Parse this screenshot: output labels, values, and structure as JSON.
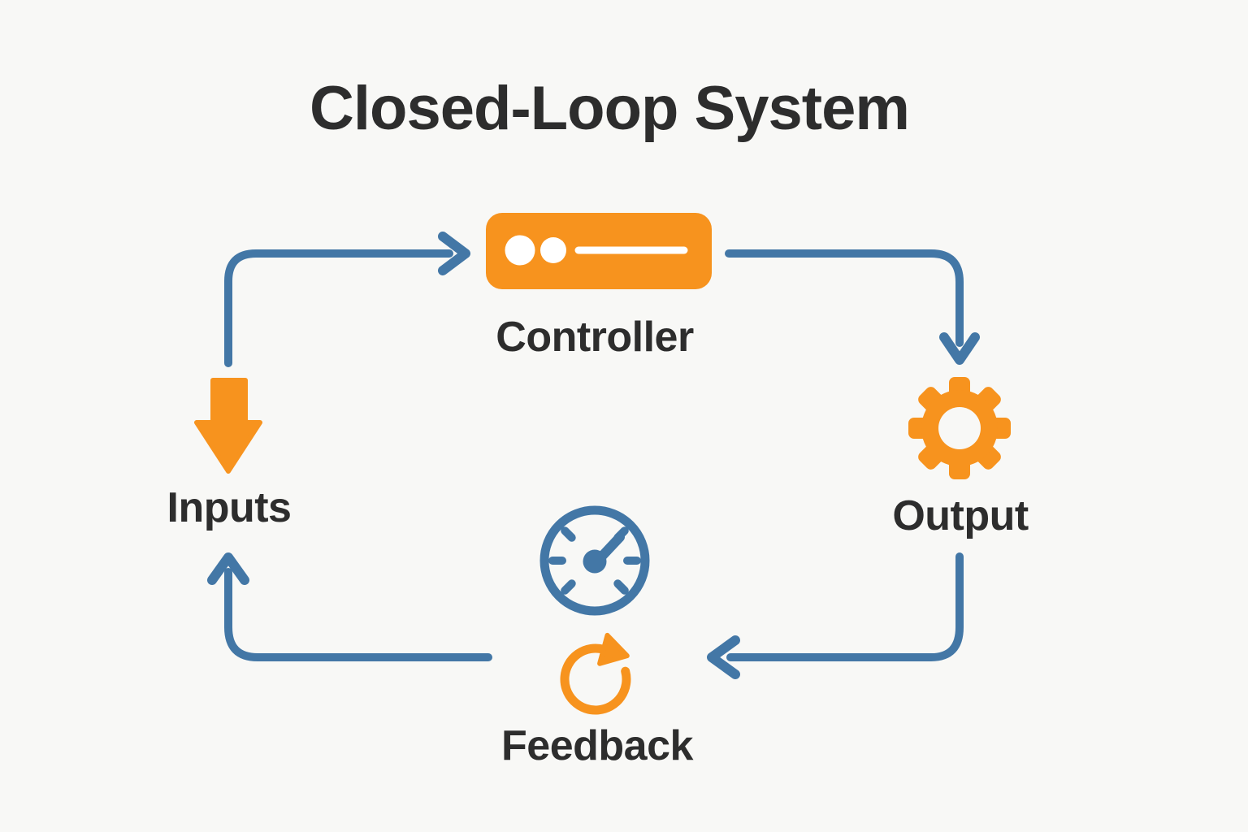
{
  "title": "Closed-Loop System",
  "colors": {
    "background": "#F8F8F6",
    "orange": "#F7931E",
    "blue": "#4377A6",
    "text": "#2D2D2D",
    "white": "#FFFFFF"
  },
  "nodes": {
    "controller": {
      "label": "Controller",
      "icon": "server-icon"
    },
    "inputs": {
      "label": "Inputs",
      "icon": "down-arrow-icon"
    },
    "output": {
      "label": "Output",
      "icon": "gear-icon"
    },
    "feedback": {
      "label": "Feedback",
      "icons": [
        "gauge-icon",
        "refresh-icon"
      ]
    }
  },
  "connections": [
    {
      "from": "Inputs",
      "to": "Controller"
    },
    {
      "from": "Controller",
      "to": "Output"
    },
    {
      "from": "Output",
      "to": "Feedback"
    },
    {
      "from": "Feedback",
      "to": "Inputs"
    }
  ]
}
